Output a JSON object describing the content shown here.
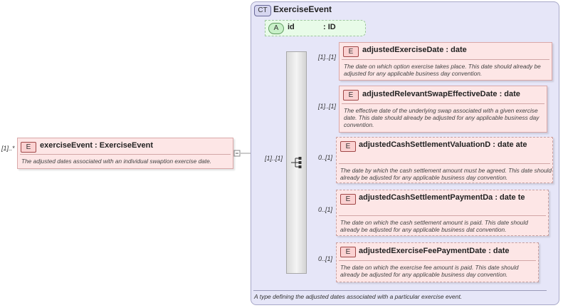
{
  "root": {
    "cardinality": "[1]..*",
    "badge": "E",
    "name": "exerciseEvent : ExerciseEvent",
    "description": "The adjusted dates associated with an individual swaption exercise date."
  },
  "complex_type": {
    "badge": "CT",
    "name": "ExerciseEvent",
    "description": "A type defining the adjusted dates associated with a particular exercise event."
  },
  "attribute": {
    "badge": "A",
    "name": "id",
    "type": ": ID"
  },
  "sequence": {
    "cardinality": "[1]..[1]",
    "icon": "sequence-icon"
  },
  "elements": [
    {
      "badge": "E",
      "cardinality": "[1]..[1]",
      "name": "adjustedExerciseDate : date",
      "description": "The date on which option exercise takes place. This date should already be adjusted for any applicable business day convention."
    },
    {
      "badge": "E",
      "cardinality": "[1]..[1]",
      "name": "adjustedRelevantSwapEffectiveDate : date",
      "description": "The effective date of the underlying swap associated with a given exercise date. This date should already be adjusted for any applicable business day convention."
    },
    {
      "badge": "E",
      "cardinality": "0..[1]",
      "name": "adjustedCashSettlementValuationD : date ate",
      "description": "The date by which the cash settlement amount must be agreed. This date should already be adjusted for any applicable business day convention."
    },
    {
      "badge": "E",
      "cardinality": "0..[1]",
      "name": "adjustedCashSettlementPaymentDa : date te",
      "description": "The date on which the cash settlement amount is paid. This date should already be adjusted for any applicable business dat convention."
    },
    {
      "badge": "E",
      "cardinality": "0..[1]",
      "name": "adjustedExerciseFeePaymentDate : date",
      "description": "The date on which the exercise fee amount is paid. This date should already be adjusted for any applicable business day convention."
    }
  ],
  "colors": {
    "element_fill": "#fde6e6",
    "element_border": "#d9a8a8",
    "complex_type_fill": "#e6e6f8",
    "attribute_fill": "#e8fbe8"
  }
}
